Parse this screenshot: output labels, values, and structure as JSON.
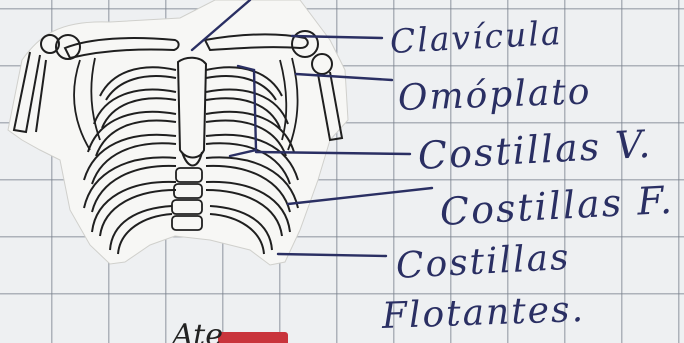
{
  "labels": {
    "clavicula": "Clavícula",
    "omoplato": "Omóplato",
    "costillas_verdaderas": "Costillas V.",
    "costillas_falsas": "Costillas F.",
    "costillas_flotantes_line1": "Costillas",
    "costillas_flotantes_line2": "Flotantes.",
    "bottom_partial": "Ate"
  },
  "colors": {
    "ink_pen": "#2a2f63",
    "pencil": "#1f1f1f",
    "paper_cutout": "#f7f7f5",
    "grid_line": "#7c8594"
  }
}
